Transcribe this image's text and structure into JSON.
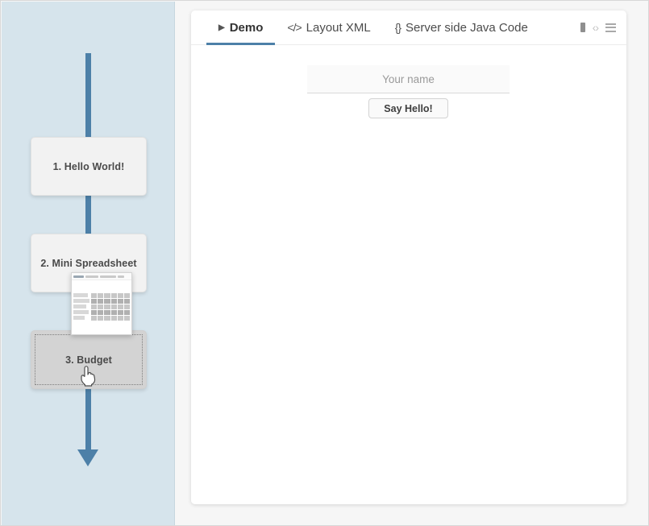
{
  "sidebar": {
    "background_color": "#d6e4ec",
    "flow_color": "#4d80a8",
    "cards": [
      {
        "label": "1. Hello World!",
        "state": "normal"
      },
      {
        "label": "2. Mini Spreadsheet",
        "state": "normal"
      },
      {
        "label": "3. Budget",
        "state": "dropzone"
      }
    ],
    "drag_preview": {
      "name": "spreadsheet-thumbnail",
      "description": "spreadsheet screenshot being dragged"
    },
    "cursor": {
      "name": "pointing-hand-cursor"
    }
  },
  "panel": {
    "tabs": [
      {
        "label": "Demo",
        "icon": "play-icon",
        "glyph": "▶",
        "active": true
      },
      {
        "label": "Layout XML",
        "icon": "code-tags-icon",
        "glyph": "</>",
        "active": false
      },
      {
        "label": "Server side Java Code",
        "icon": "braces-icon",
        "glyph": "{}",
        "active": false
      }
    ],
    "tools": [
      {
        "name": "book-icon",
        "glyph": ""
      },
      {
        "name": "code-arrows-icon",
        "glyph": "‹›"
      },
      {
        "name": "menu-icon",
        "glyph": ""
      }
    ],
    "accent_color": "#4d80a8",
    "demo": {
      "name_placeholder": "Your name",
      "name_value": "",
      "submit_label": "Say Hello!"
    }
  }
}
